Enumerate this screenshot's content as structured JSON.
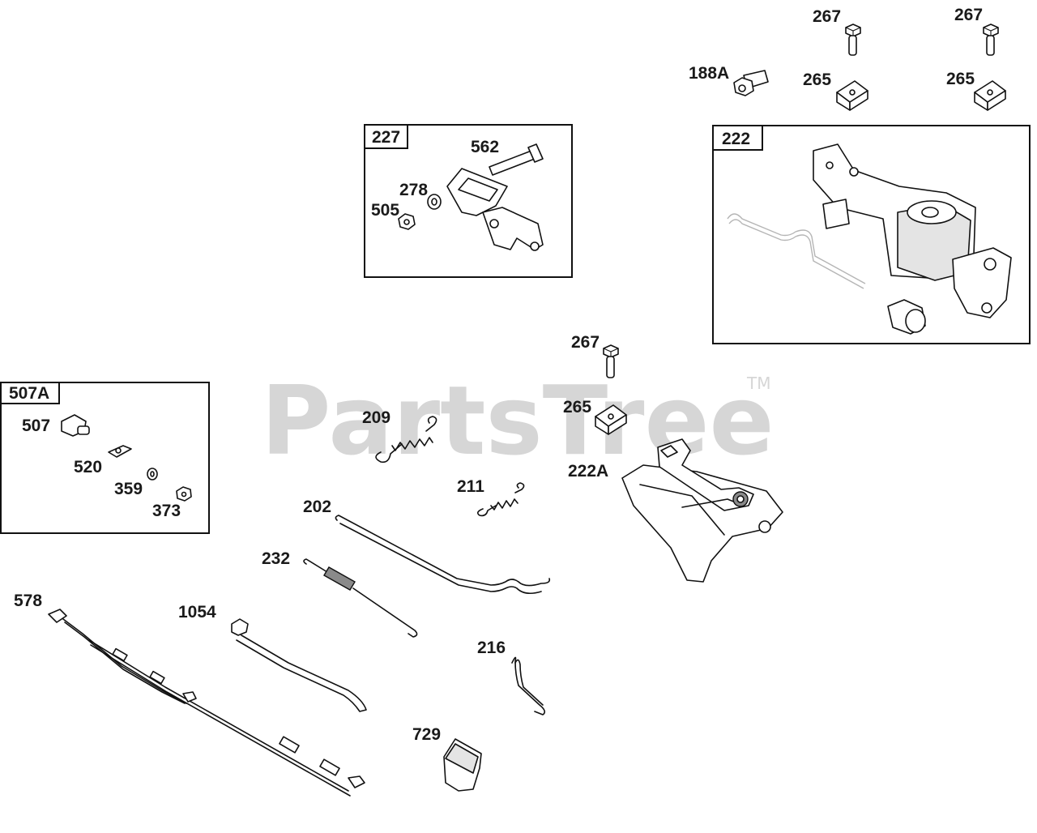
{
  "watermark": {
    "brand": "PartsTree",
    "trademark": "TM"
  },
  "boxes": [
    {
      "id": "227"
    },
    {
      "id": "222"
    },
    {
      "id": "507A"
    }
  ],
  "callouts": [
    "267",
    "267",
    "188A",
    "265",
    "265",
    "562",
    "278",
    "505",
    "267",
    "265",
    "222A",
    "507",
    "520",
    "359",
    "373",
    "209",
    "211",
    "202",
    "232",
    "578",
    "1054",
    "216",
    "729"
  ]
}
